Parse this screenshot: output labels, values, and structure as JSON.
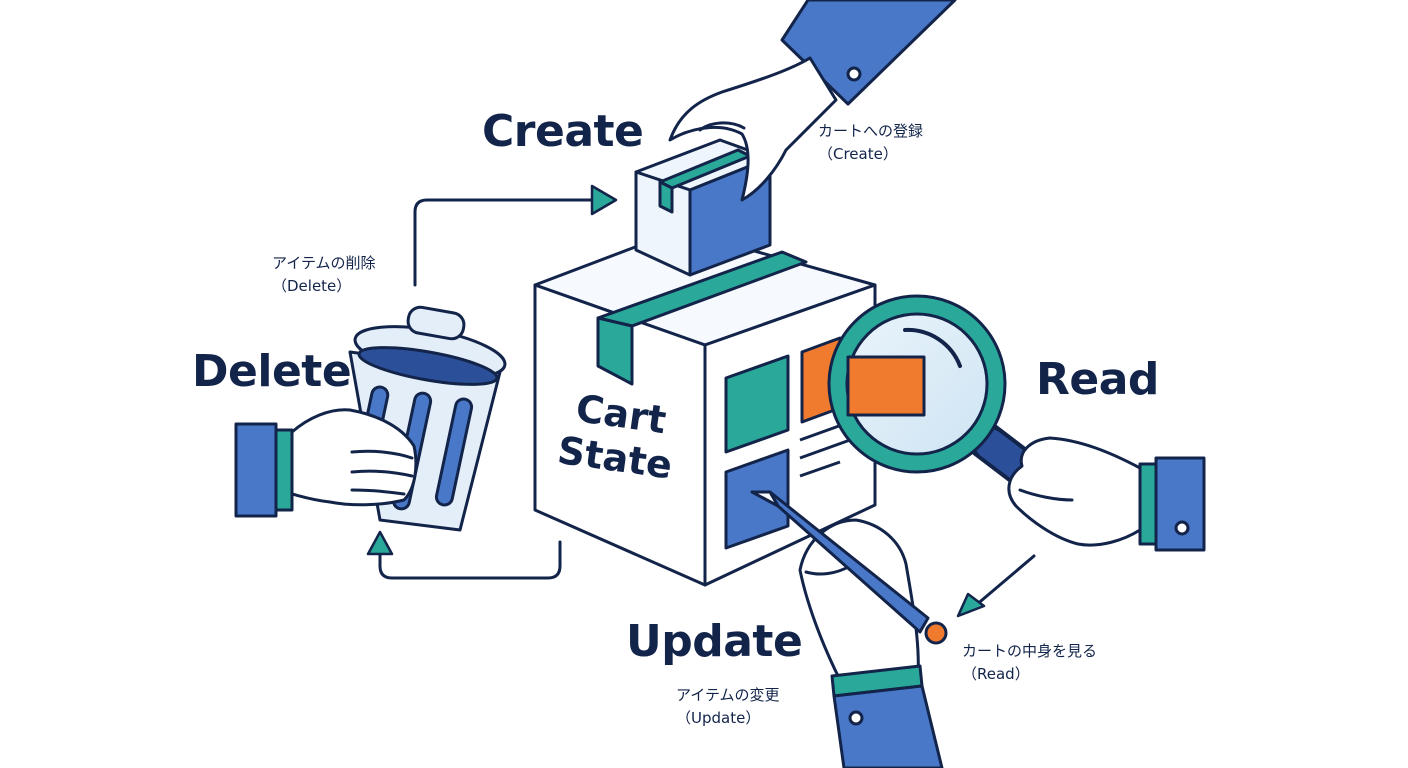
{
  "operations": {
    "create": {
      "label": "Create",
      "note_jp": "カートへの登録",
      "note_en": "（Create）"
    },
    "read": {
      "label": "Read",
      "note_jp": "カートの中身を見る",
      "note_en": "（Read）"
    },
    "update": {
      "label": "Update",
      "note_jp": "アイテムの変更",
      "note_en": "（Update）"
    },
    "delete": {
      "label": "Delete",
      "note_jp": "アイテムの削除",
      "note_en": "（Delete）"
    }
  },
  "center": {
    "line1": "Cart",
    "line2": "State"
  },
  "icons": [
    "package-box-icon",
    "magnifying-glass-icon",
    "pencil-icon",
    "trash-can-icon",
    "hand-icon"
  ],
  "colors": {
    "navy": "#13244a",
    "blue": "#4a78c9",
    "teal": "#2aa89a",
    "orange": "#f07a2e",
    "light": "#e8f1fb"
  }
}
